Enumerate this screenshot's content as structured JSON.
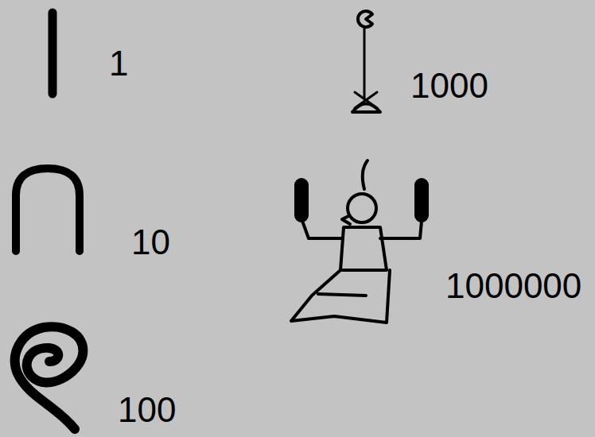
{
  "diagram": {
    "labels": [
      "1",
      "1000",
      "10",
      "1000000",
      "100"
    ]
  }
}
